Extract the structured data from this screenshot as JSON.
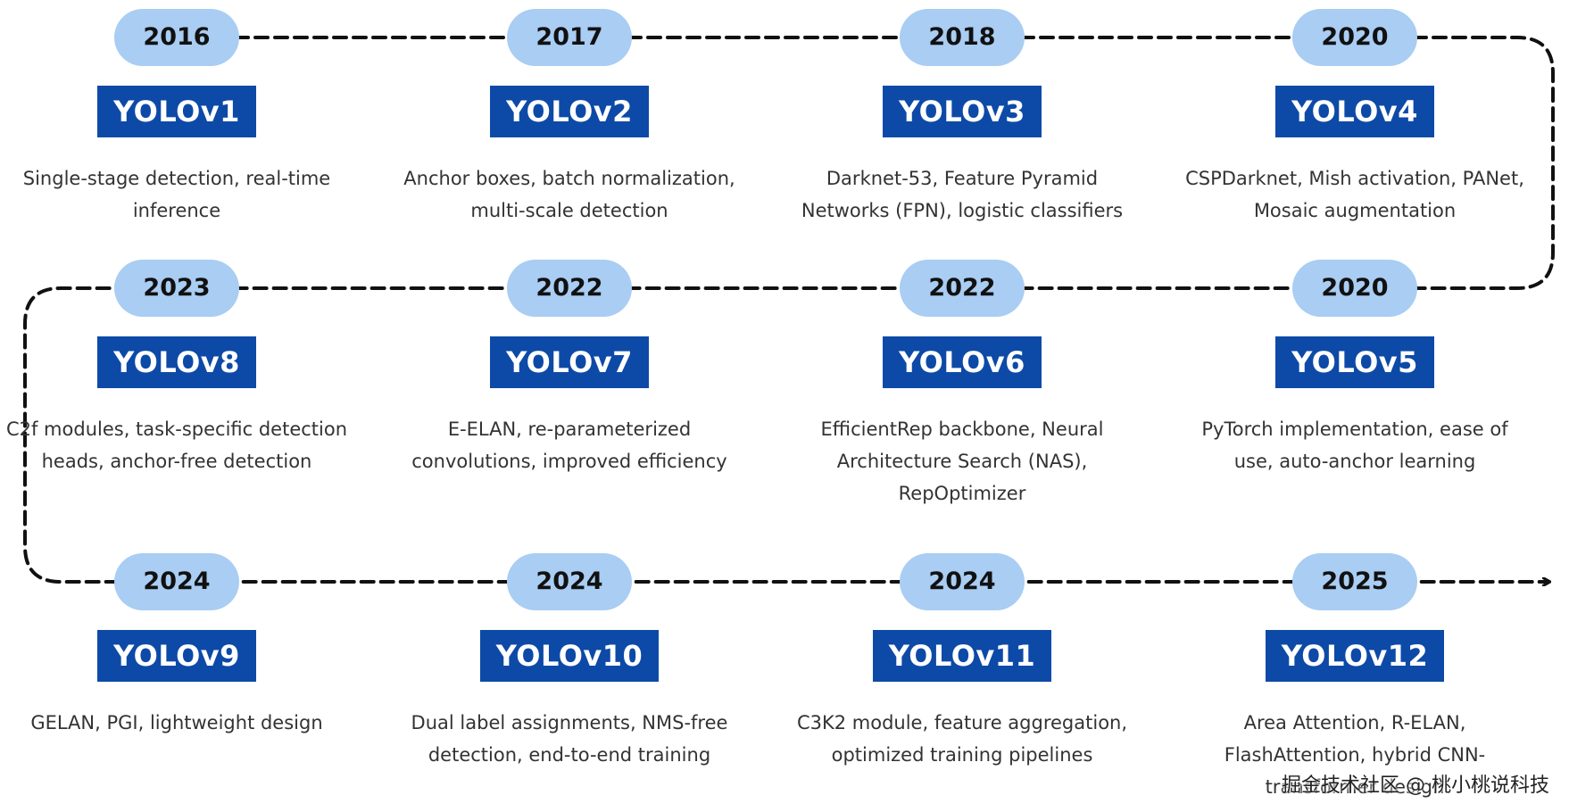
{
  "colors": {
    "year_pill": "#a9cdf3",
    "model_box": "#0d4aa7",
    "model_text": "#ffffff",
    "line": "#111111"
  },
  "nodes": [
    {
      "year": "2016",
      "model": "YOLOv1",
      "desc": "Single-stage detection, real-time inference"
    },
    {
      "year": "2017",
      "model": "YOLOv2",
      "desc": "Anchor boxes, batch normalization, multi-scale detection"
    },
    {
      "year": "2018",
      "model": "YOLOv3",
      "desc": "Darknet-53, Feature Pyramid Networks (FPN), logistic classifiers"
    },
    {
      "year": "2020",
      "model": "YOLOv4",
      "desc": "CSPDarknet, Mish activation, PANet, Mosaic augmentation"
    },
    {
      "year": "2020",
      "model": "YOLOv5",
      "desc": "PyTorch implementation, ease of use, auto-anchor learning"
    },
    {
      "year": "2022",
      "model": "YOLOv6",
      "desc": "EfficientRep backbone, Neural Architecture Search (NAS), RepOptimizer"
    },
    {
      "year": "2022",
      "model": "YOLOv7",
      "desc": "E-ELAN, re-parameterized convolutions, improved efficiency"
    },
    {
      "year": "2023",
      "model": "YOLOv8",
      "desc": "C2f modules, task-specific detection heads, anchor-free detection"
    },
    {
      "year": "2024",
      "model": "YOLOv9",
      "desc": "GELAN, PGI, lightweight design"
    },
    {
      "year": "2024",
      "model": "YOLOv10",
      "desc": "Dual label assignments, NMS-free detection, end-to-end training"
    },
    {
      "year": "2024",
      "model": "YOLOv11",
      "desc": "C3K2 module, feature aggregation, optimized training pipelines"
    },
    {
      "year": "2025",
      "model": "YOLOv12",
      "desc": "Area Attention, R-ELAN, FlashAttention, hybrid CNN-transformer design"
    }
  ],
  "watermark": "掘金技术社区 @ 桃小桃说科技"
}
